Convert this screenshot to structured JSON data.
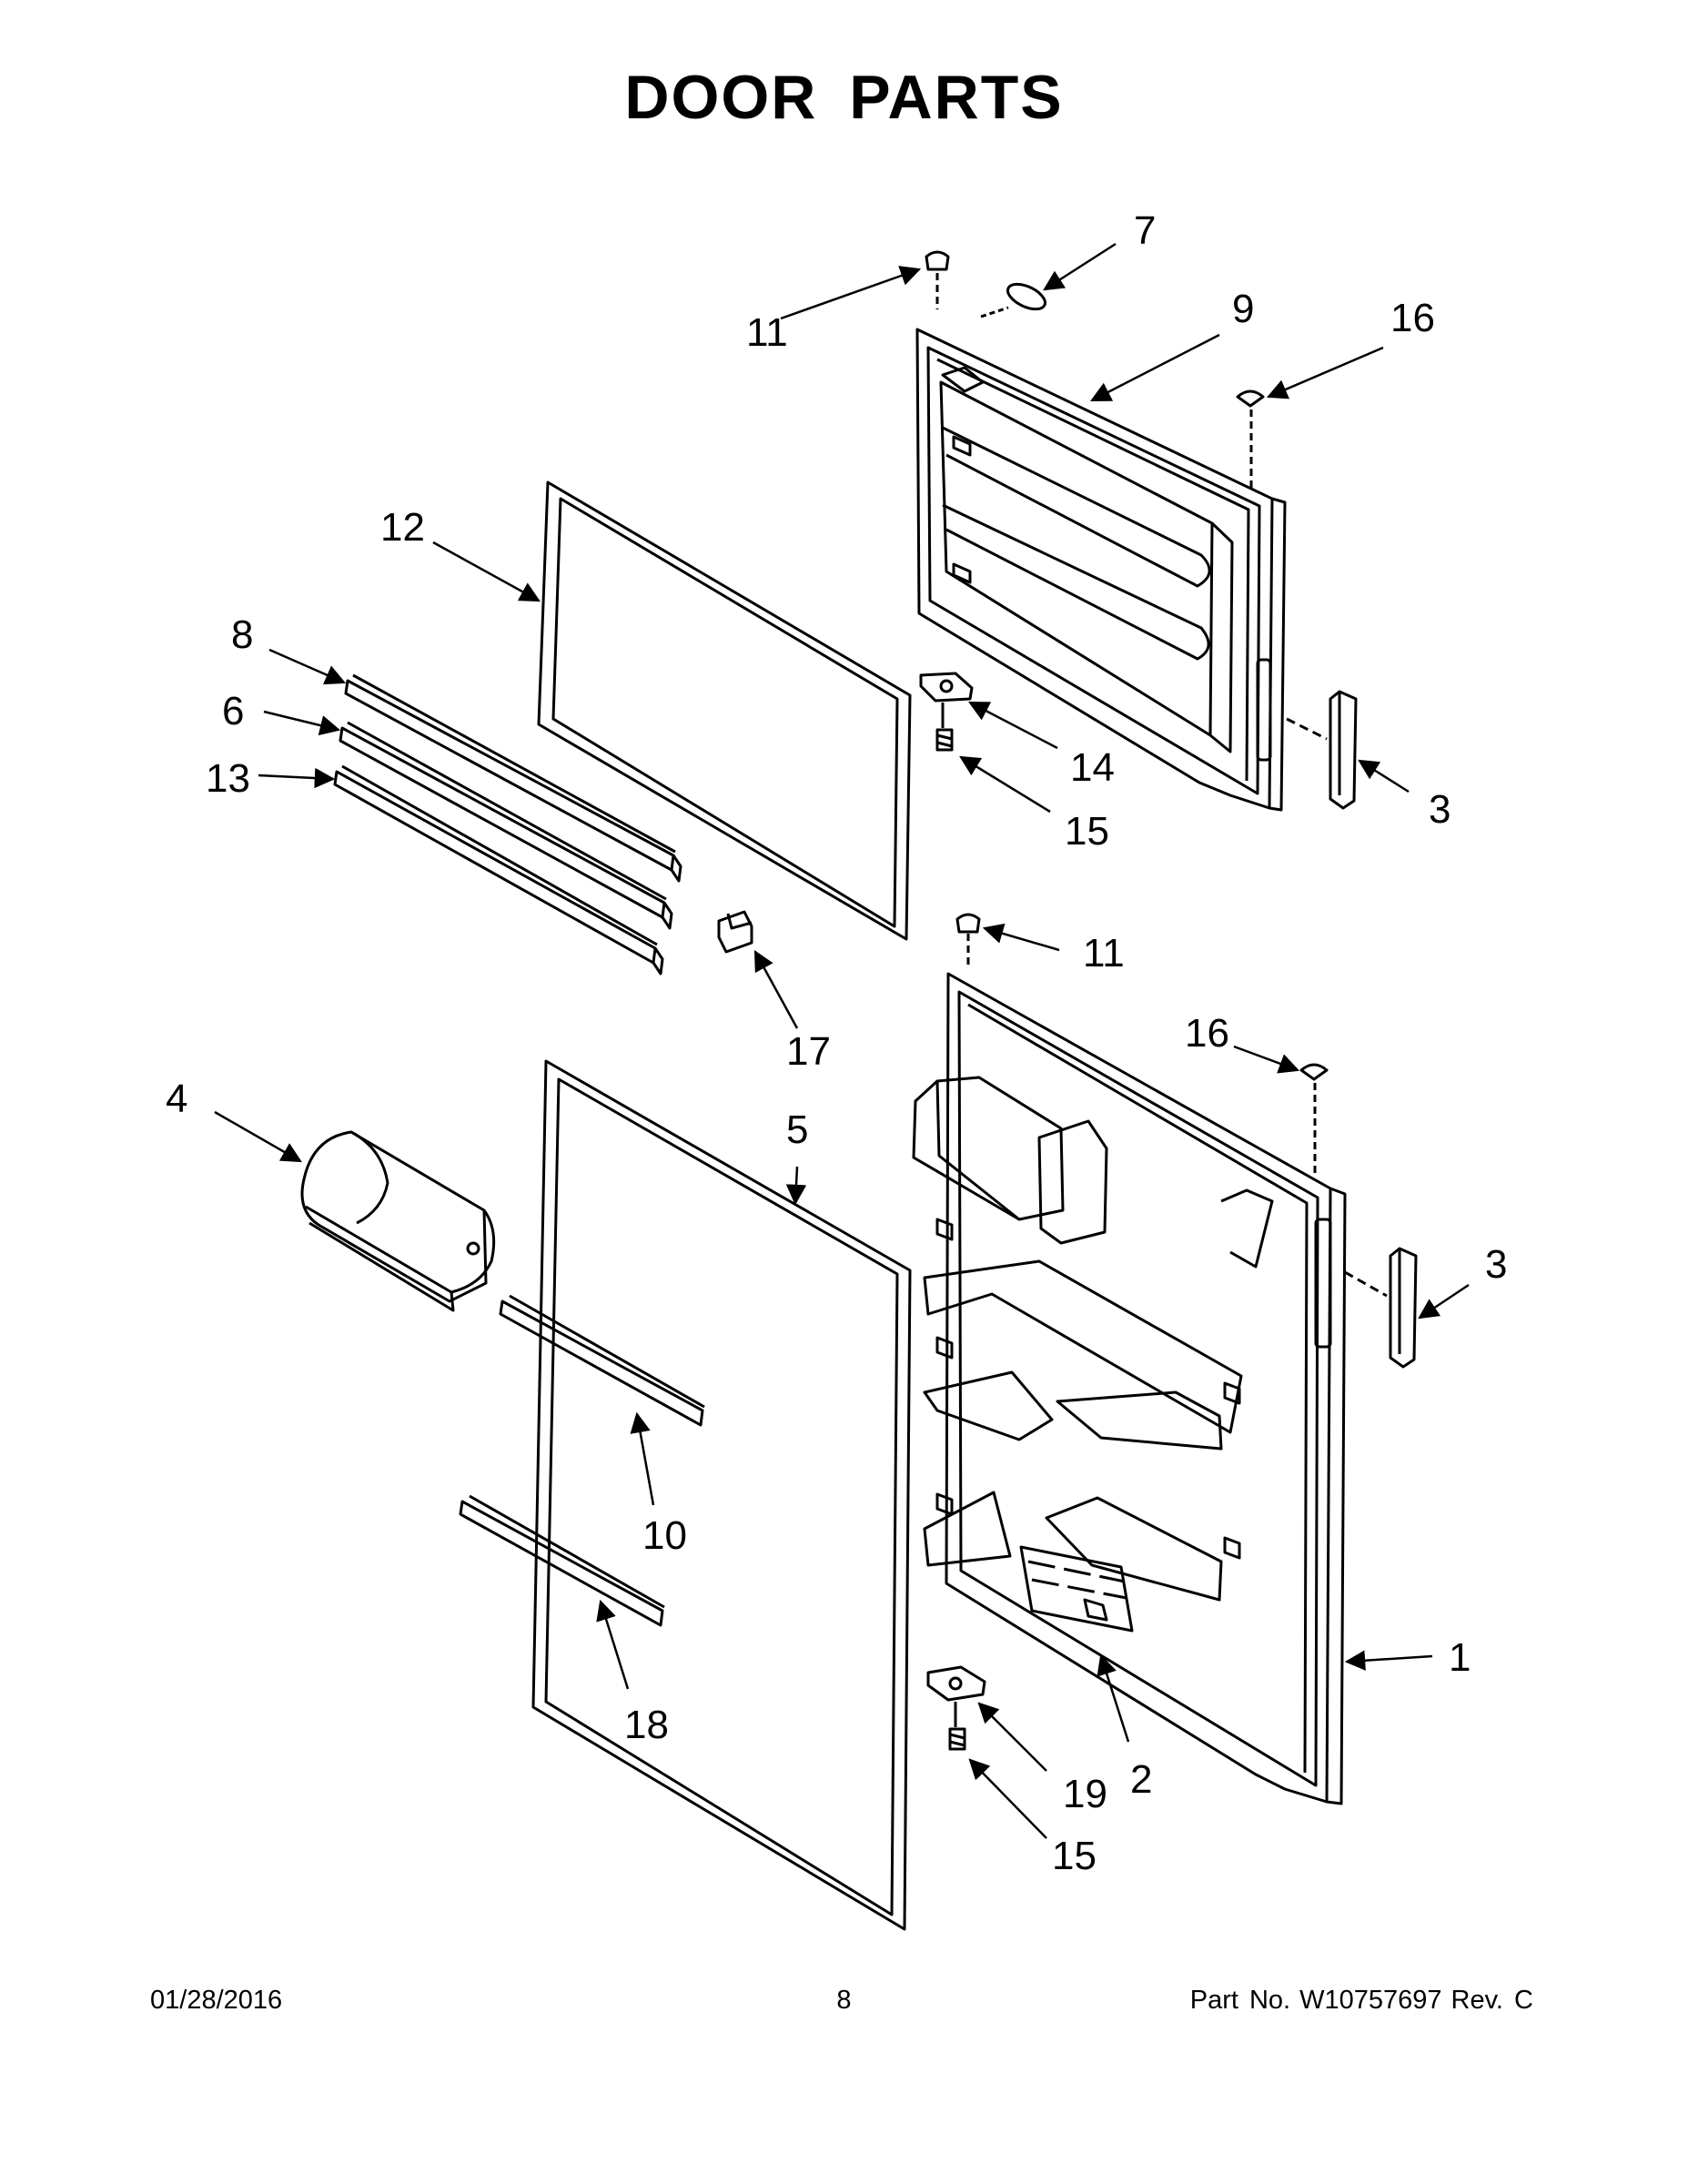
{
  "header": {
    "title": "DOOR PARTS"
  },
  "footer": {
    "date": "01/28/2016",
    "page_number": "8",
    "part_prefix": "Part No.",
    "part_number": "W10757697",
    "revision": "Rev. C"
  },
  "callouts": {
    "c1": "1",
    "c2": "2",
    "c3a": "3",
    "c3b": "3",
    "c4": "4",
    "c5": "5",
    "c6": "6",
    "c7": "7",
    "c8": "8",
    "c9": "9",
    "c10": "10",
    "c11a": "11",
    "c11b": "11",
    "c12": "12",
    "c13": "13",
    "c14": "14",
    "c15a": "15",
    "c15b": "15",
    "c16a": "16",
    "c16b": "16",
    "c17": "17",
    "c18": "18",
    "c19": "19"
  },
  "icons": {
    "arrowhead": "arrowhead-icon",
    "screw": "screw-icon",
    "hinge": "hinge-icon"
  },
  "colors": {
    "line": "#000000",
    "background": "#ffffff"
  }
}
